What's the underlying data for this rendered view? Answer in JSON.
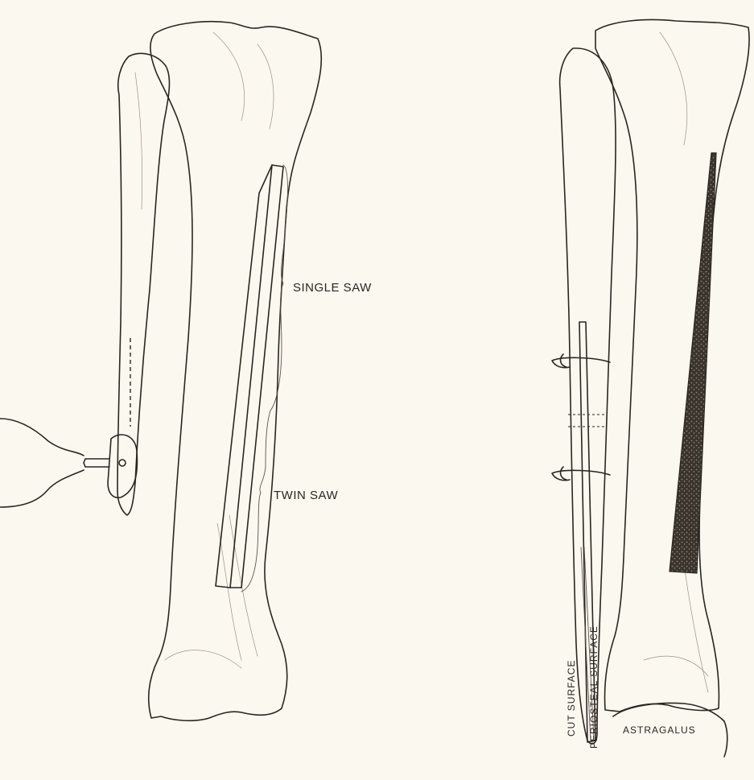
{
  "labels": {
    "single_saw": "SINGLE SAW",
    "twin_saw": "TWIN SAW",
    "cut_surface": "CUT SURFACE",
    "periosteal_surface": "PERIOSTEAL SURFACE",
    "astragalus": "ASTRAGALUS"
  },
  "colors": {
    "paper": "#fbf8ef",
    "ink": "#2a2621"
  }
}
